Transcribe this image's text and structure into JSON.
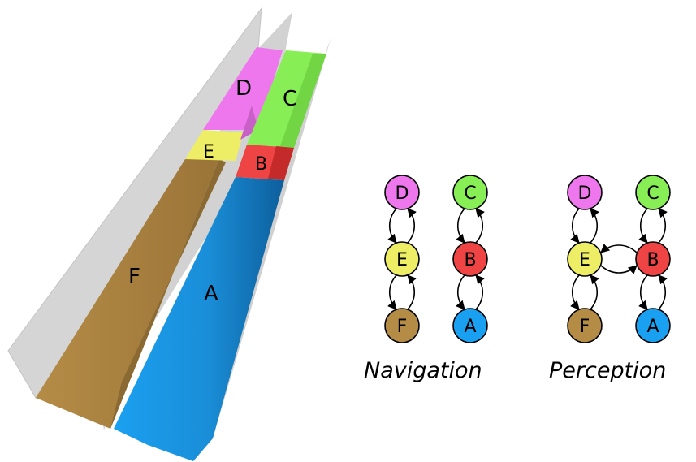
{
  "corridor": {
    "regions": [
      {
        "id": "A",
        "label": "A",
        "color": "#1aa0f0"
      },
      {
        "id": "B",
        "label": "B",
        "color": "#ee4444"
      },
      {
        "id": "C",
        "label": "C",
        "color": "#88ee55"
      },
      {
        "id": "D",
        "label": "D",
        "color": "#ee77ee"
      },
      {
        "id": "E",
        "label": "E",
        "color": "#eeee66"
      },
      {
        "id": "F",
        "label": "F",
        "color": "#b58c46"
      }
    ],
    "wall_color": "#d4d4d4"
  },
  "graphs": [
    {
      "caption": "Navigation",
      "nodes": [
        {
          "id": "D",
          "label": "D",
          "color": "#ee77ee"
        },
        {
          "id": "C",
          "label": "C",
          "color": "#88ee55"
        },
        {
          "id": "E",
          "label": "E",
          "color": "#eeee66"
        },
        {
          "id": "B",
          "label": "B",
          "color": "#ee4444"
        },
        {
          "id": "F",
          "label": "F",
          "color": "#b58c46"
        },
        {
          "id": "A",
          "label": "A",
          "color": "#1aa0f0"
        }
      ],
      "edges": [
        [
          "D",
          "E"
        ],
        [
          "E",
          "D"
        ],
        [
          "E",
          "F"
        ],
        [
          "F",
          "E"
        ],
        [
          "C",
          "B"
        ],
        [
          "B",
          "C"
        ],
        [
          "B",
          "A"
        ],
        [
          "A",
          "B"
        ]
      ]
    },
    {
      "caption": "Perception",
      "nodes": [
        {
          "id": "D",
          "label": "D",
          "color": "#ee77ee"
        },
        {
          "id": "C",
          "label": "C",
          "color": "#88ee55"
        },
        {
          "id": "E",
          "label": "E",
          "color": "#eeee66"
        },
        {
          "id": "B",
          "label": "B",
          "color": "#ee4444"
        },
        {
          "id": "F",
          "label": "F",
          "color": "#b58c46"
        },
        {
          "id": "A",
          "label": "A",
          "color": "#1aa0f0"
        }
      ],
      "edges": [
        [
          "D",
          "E"
        ],
        [
          "E",
          "D"
        ],
        [
          "E",
          "F"
        ],
        [
          "F",
          "E"
        ],
        [
          "C",
          "B"
        ],
        [
          "B",
          "C"
        ],
        [
          "B",
          "A"
        ],
        [
          "A",
          "B"
        ],
        [
          "B",
          "E"
        ],
        [
          "E",
          "B"
        ]
      ]
    }
  ]
}
